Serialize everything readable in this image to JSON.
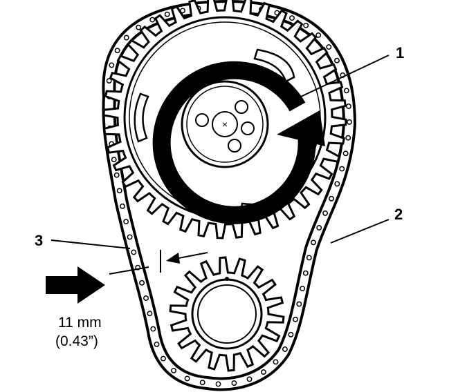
{
  "diagram": {
    "callouts": [
      "1",
      "2",
      "3"
    ],
    "measurement": {
      "metric": "11 mm",
      "imperial": "(0.43”)"
    },
    "parts": {
      "camshaft_sprocket": "camshaft-sprocket",
      "crankshaft_sprocket": "crankshaft-sprocket",
      "timing_chain": "timing-chain",
      "rotation_arrow": "rotation-arrow-icon",
      "pointer_arrow": "pointer-arrow-icon"
    },
    "colors": {
      "ink": "#000000",
      "paper": "#ffffff"
    }
  }
}
